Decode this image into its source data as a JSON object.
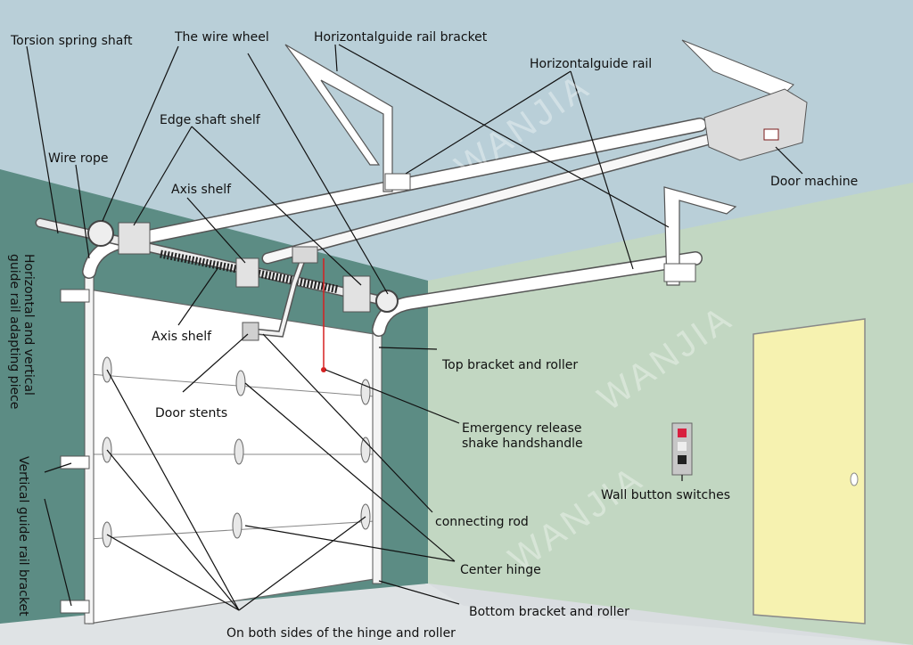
{
  "labels": {
    "torsion_spring_shaft": "Torsion spring shaft",
    "wire_wheel": "The wire wheel",
    "horizontal_guide_rail_bracket": "Horizontalguide rail  bracket",
    "horizontal_guide_rail": "Horizontalguide rail",
    "edge_shaft_shelf": "Edge shaft shelf",
    "wire_rope": "Wire rope",
    "axis_shelf_top": "Axis shelf",
    "door_machine": "Door machine",
    "axis_shelf_bottom": "Axis shelf",
    "door_stents": "Door stents",
    "top_bracket_roller": "Top bracket and roller",
    "emergency_release_1": "Emergency release",
    "emergency_release_2": "shake handshandle",
    "wall_button_switches": "Wall button switches",
    "connecting_rod": "connecting rod",
    "center_hinge": "Center hinge",
    "bottom_bracket_roller": "Bottom bracket and roller",
    "hinge_and_roller": "On both sides of the hinge and roller",
    "vertical_adapting_1": "Horizontal and vertical",
    "vertical_adapting_2": "guide rail adapting piece",
    "vertical_guide_bracket": "Vertical guide rail bracket"
  },
  "watermark": "WANJIA",
  "colors": {
    "sky": "#b9cfd8",
    "left_wall": "#5c8c84",
    "right_wall": "#c2d7c2",
    "floor": "#d9dde0",
    "door": "#ffffff",
    "side_door": "#f6f2b0",
    "rail": "#ffffff",
    "release_cord": "#d62020"
  }
}
